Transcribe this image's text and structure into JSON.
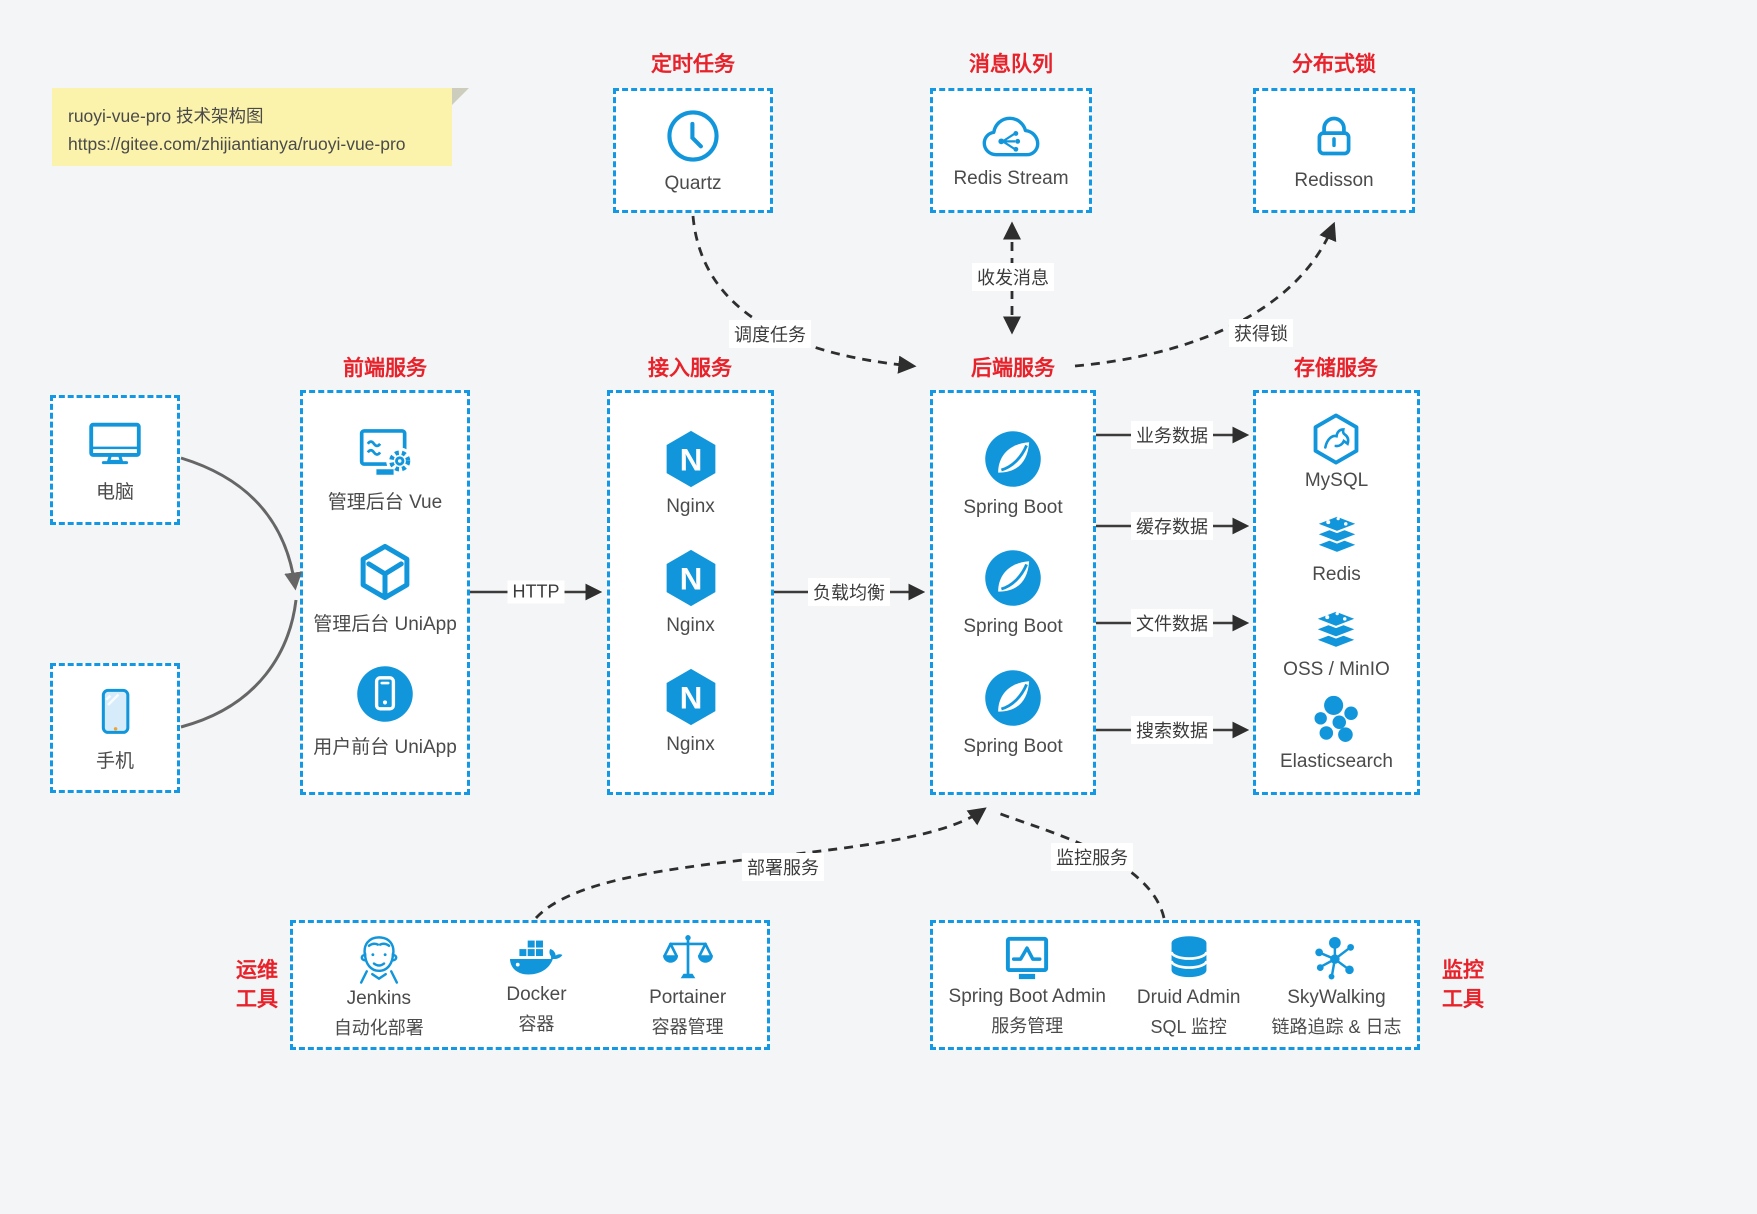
{
  "note": {
    "title": "ruoyi-vue-pro 技术架构图",
    "url": "https://gitee.com/zhijiantianya/ruoyi-vue-pro"
  },
  "colors": {
    "accent_blue": "#1296db",
    "border_blue": "#1598e3",
    "title_red": "#e8222b",
    "note_bg": "#fbf3ab",
    "arrow_dark": "#2e2e2e"
  },
  "top": {
    "scheduler": {
      "title": "定时任务",
      "item": "Quartz"
    },
    "mq": {
      "title": "消息队列",
      "item": "Redis Stream"
    },
    "lock": {
      "title": "分布式锁",
      "item": "Redisson"
    }
  },
  "clients": {
    "pc": "电脑",
    "mobile": "手机"
  },
  "frontend": {
    "title": "前端服务",
    "items": [
      "管理后台 Vue",
      "管理后台 UniApp",
      "用户前台 UniApp"
    ]
  },
  "gateway": {
    "title": "接入服务",
    "items": [
      "Nginx",
      "Nginx",
      "Nginx"
    ]
  },
  "backend": {
    "title": "后端服务",
    "items": [
      "Spring Boot",
      "Spring Boot",
      "Spring Boot"
    ]
  },
  "storage": {
    "title": "存储服务",
    "items": [
      "MySQL",
      "Redis",
      "OSS / MinIO",
      "Elasticsearch"
    ]
  },
  "ops": {
    "label_line1": "运维",
    "label_line2": "工具",
    "items": [
      {
        "name": "Jenkins",
        "desc": "自动化部署"
      },
      {
        "name": "Docker",
        "desc": "容器"
      },
      {
        "name": "Portainer",
        "desc": "容器管理"
      }
    ]
  },
  "monitoring": {
    "label_line1": "监控",
    "label_line2": "工具",
    "items": [
      {
        "name": "Spring Boot Admin",
        "desc": "服务管理"
      },
      {
        "name": "Druid Admin",
        "desc": "SQL 监控"
      },
      {
        "name": "SkyWalking",
        "desc": "链路追踪 & 日志"
      }
    ]
  },
  "edges": {
    "http": "HTTP",
    "load_balance": "负载均衡",
    "schedule": "调度任务",
    "messaging": "收发消息",
    "acquire_lock": "获得锁",
    "business": "业务数据",
    "cache": "缓存数据",
    "file": "文件数据",
    "search": "搜索数据",
    "deploy": "部署服务",
    "monitor": "监控服务"
  }
}
